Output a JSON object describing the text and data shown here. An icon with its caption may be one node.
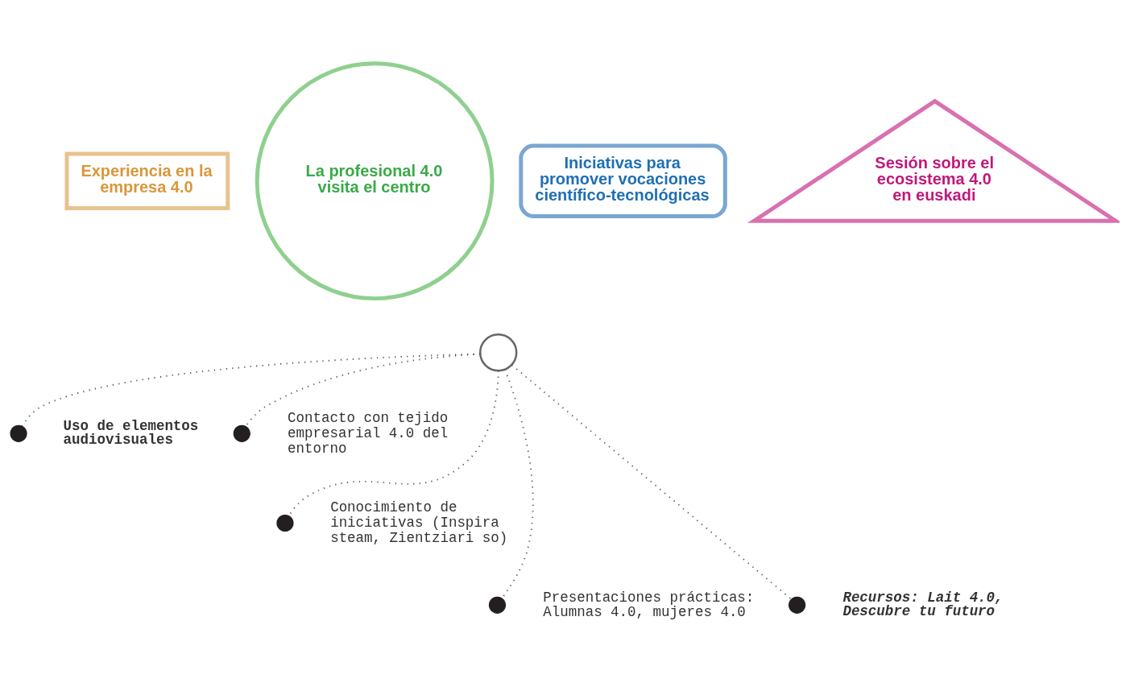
{
  "diagram": {
    "nodes": [
      {
        "text": [
          "Experiencia en la empresa 4.0"
        ]
      },
      {
        "text": [
          "La profesional 4.0 visita el centro"
        ]
      },
      {
        "text": [
          "Iniciativas para promover vocaciones científico-tecnológicas"
        ]
      },
      {
        "text": [
          "Sesión sobre el ecosistema 4.0 en euskadi"
        ]
      },
      {
        "text": [],
        "shape": "circle"
      },
      {
        "text": [],
        "shape": "circle",
        "beside": [
          "Uso de elementos audiovisuales"
        ]
      },
      {
        "text": [],
        "shape": "circle",
        "beside": [
          "Contacto con tejido empresarial 4.0 del entorno"
        ]
      },
      {
        "text": [],
        "shape": "circle",
        "beside": [
          "Conocimiento de iniciativas (Inspira steam, Zientziari so)"
        ]
      },
      {
        "text": [],
        "shape": "circle",
        "beside": [
          "Presentaciones prácticas: Alumnas 4.0, mujeres 4.0"
        ]
      },
      {
        "text": [],
        "shape": "circle",
        "beside": [
          "Recursos: Lait 4.0, Descubre tu futuro"
        ]
      }
    ],
    "edges": [
      {
        "from": 4,
        "to": 5,
        "arrow": "none",
        "style": "dashed"
      },
      {
        "from": 4,
        "to": 6,
        "arrow": "none",
        "style": "dashed"
      },
      {
        "from": 4,
        "to": 7,
        "arrow": "none",
        "style": "dashed"
      },
      {
        "from": 4,
        "to": 8,
        "arrow": "none",
        "style": "dashed"
      },
      {
        "from": 4,
        "to": 9,
        "arrow": "none",
        "style": "dashed"
      }
    ]
  }
}
